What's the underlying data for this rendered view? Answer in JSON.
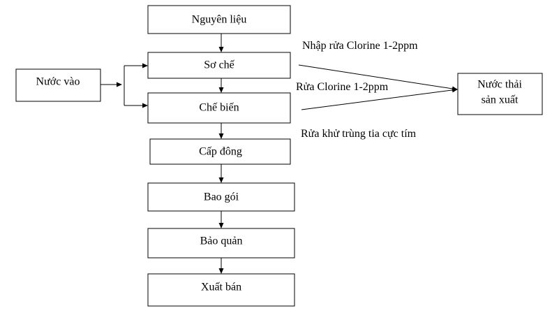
{
  "steps": [
    "Nguyên liệu",
    "Sơ chế",
    "Chế biến",
    "Cấp đông",
    "Bao gói",
    "Bảo quản",
    "Xuất bán"
  ],
  "input": "Nước vào",
  "output": {
    "line1": "Nước thải",
    "line2": "sản xuất"
  },
  "notes": [
    "Nhập rửa Clorine 1-2ppm",
    "Rửa Clorine 1-2ppm",
    "Rửa khử trùng tia cực tím"
  ]
}
